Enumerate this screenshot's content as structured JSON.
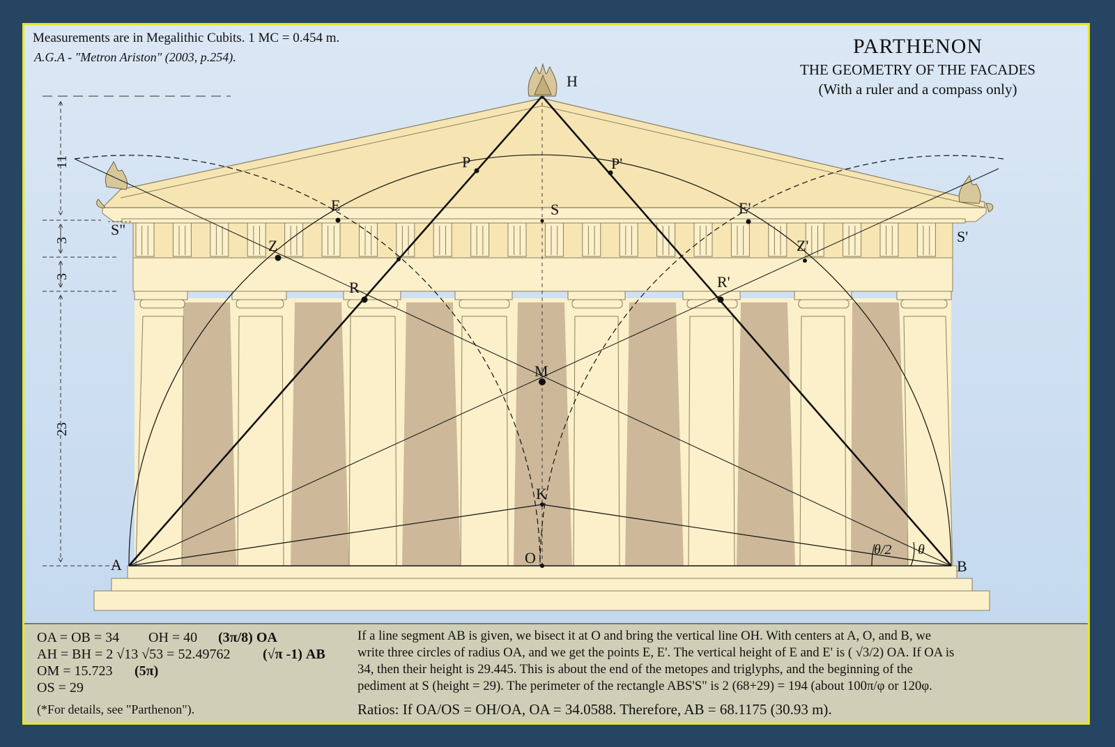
{
  "header": {
    "note_units": "Measurements are in Megalithic Cubits. 1 MC = 0.454 m.",
    "note_source": "A.G.A - \"Metron Ariston\" (2003, p.254).",
    "title": "PARTHENON",
    "subtitle": "THE GEOMETRY OF THE FACADES",
    "subtitle2": "(With a ruler and a compass only)"
  },
  "points": {
    "H": "H",
    "P": "P",
    "P_prime": "P'",
    "E": "E",
    "E_prime": "E'",
    "S": "S",
    "S_double": "S\"",
    "S_prime": "S'",
    "Z": "Z",
    "Z_prime": "Z'",
    "R": "R",
    "R_prime": "R'",
    "M": "M",
    "K": "K",
    "O": "O",
    "A": "A",
    "B": "B"
  },
  "angles": {
    "theta_half": "θ/2",
    "theta": "θ"
  },
  "dimensions": {
    "d11": "11",
    "d3a": "3",
    "d3b": "3",
    "d23": "23"
  },
  "formulas": {
    "l1_a": "OA = OB = 34",
    "l1_b": "OH = 40",
    "l1_c": "(3π/8) OA",
    "l2_a": "AH = BH = 2 √13 √53 = 52.49762",
    "l2_b": "(√π -1) AB",
    "l3_a": "OM = 15.723",
    "l3_b": "(5π)",
    "l4": "OS = 29",
    "l5": "(*For details, see \"Parthenon\")."
  },
  "paragraph": [
    "If a line segment AB is given, we bisect it at O and bring the vertical line OH. With centers at A, O, and B, we",
    "write three circles of radius OA, and we get the points E, E'. The vertical height of E and E' is ( √3/2) OA. If OA is",
    "34, then their height is 29.445. This is about the end of the metopes and triglyphs, and the beginning of the",
    "pediment at S (height = 29). The perimeter of the rectangle ABS'S\" is 2 (68+29) = 194 (about 100π/φ or 120φ."
  ],
  "ratios": "Ratios: If OA/OS = OH/OA, OA = 34.0588. Therefore, AB = 68.1175 (30.93 m).",
  "colors": {
    "background": "#254563",
    "border": "#e8e81a",
    "stone": "#fbf0c9",
    "shadow": "#cdb99a",
    "info_panel": "#cfcfb7"
  }
}
